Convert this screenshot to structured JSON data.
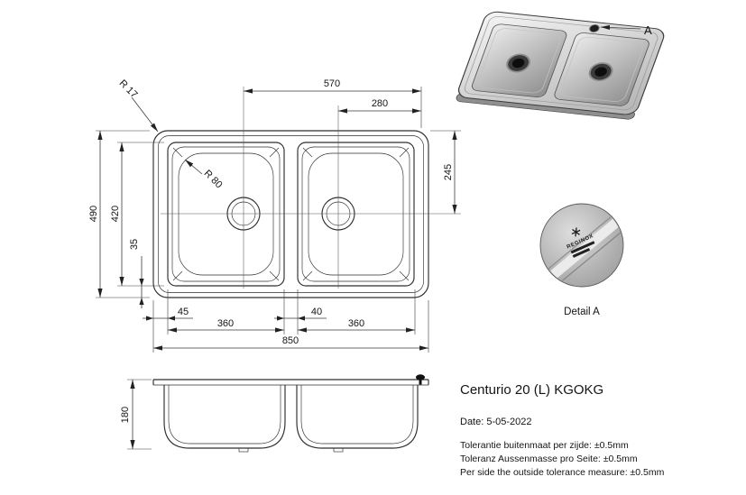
{
  "drawing": {
    "product_title": "Centurio 20 (L) KGOKG",
    "date": "Date: 5-05-2022",
    "tolerances": [
      "Tolerantie buitenmaat per zijde: ±0.5mm",
      "Toleranz Aussenmasse pro Seite: ±0.5mm",
      "Per side the outside tolerance measure: ±0.5mm"
    ]
  },
  "labels": {
    "section_marker": "A",
    "detail_caption": "Detail A",
    "brand_stamp": "REGINOX"
  },
  "dims": {
    "top_span": "570",
    "right_span": "280",
    "corner_radius": "R 17",
    "bowl_radius": "R 80",
    "overall_depth": "490",
    "bowl_zone_depth": "420",
    "bottom_margin": "35",
    "drain_from_top": "245",
    "left_margin": "45",
    "left_bowl_width": "360",
    "bowl_gap": "40",
    "right_bowl_width": "360",
    "overall_width": "850",
    "bowl_height": "180"
  },
  "colors": {
    "line": "#2e2e2e",
    "metal_light": "#f2f2f2",
    "metal_dark": "#9d9d9d"
  }
}
